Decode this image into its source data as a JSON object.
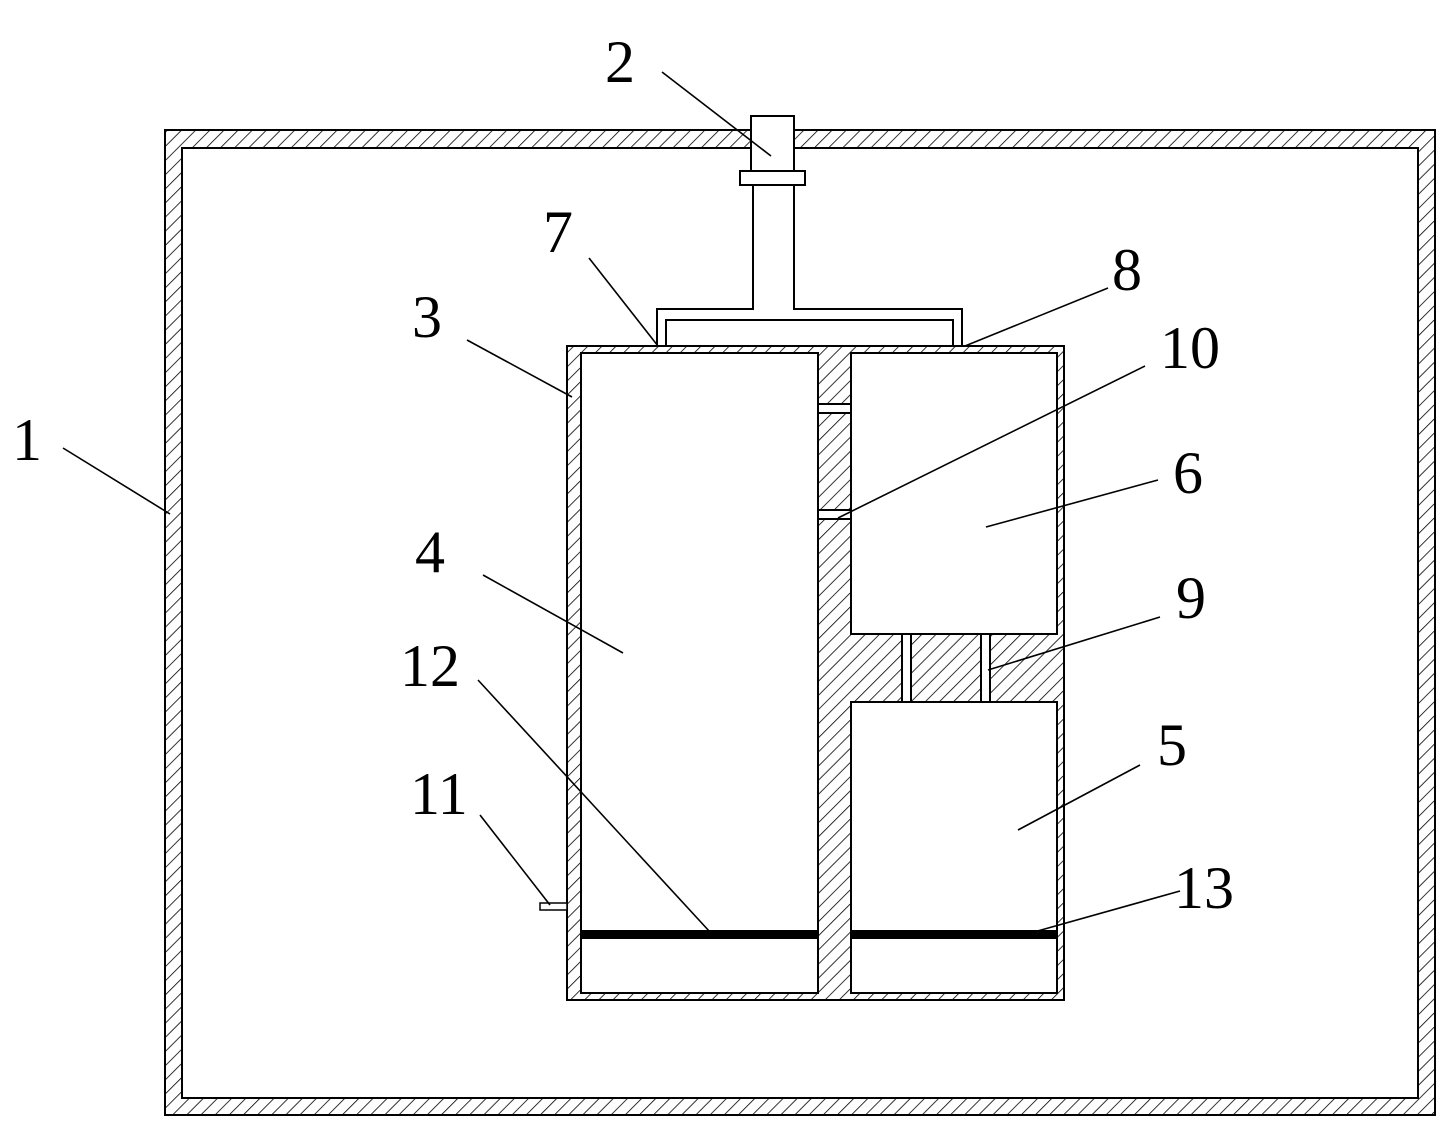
{
  "diagram": {
    "labels": {
      "l1": "1",
      "l2": "2",
      "l3": "3",
      "l4": "4",
      "l5": "5",
      "l6": "6",
      "l7": "7",
      "l8": "8",
      "l9": "9",
      "l10": "10",
      "l11": "11",
      "l12": "12",
      "l13": "13"
    }
  }
}
